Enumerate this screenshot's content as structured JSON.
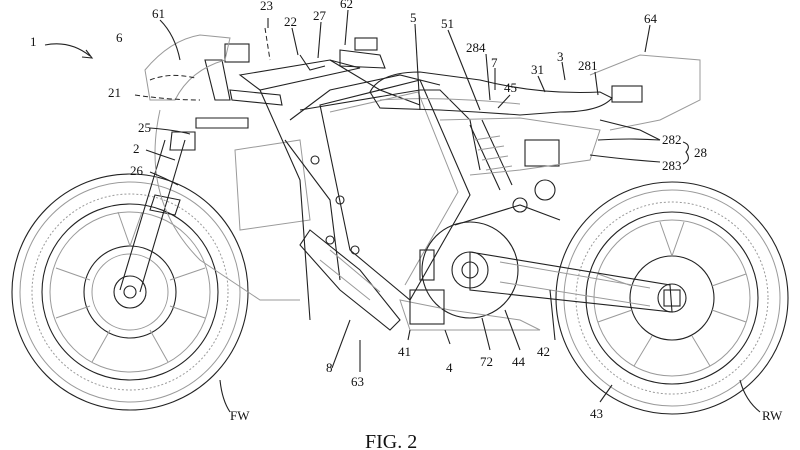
{
  "figure": {
    "caption": "FIG. 2",
    "reference_labels": [
      "1",
      "2",
      "3",
      "4",
      "5",
      "6",
      "7",
      "8",
      "21",
      "22",
      "23",
      "25",
      "26",
      "27",
      "28",
      "31",
      "41",
      "42",
      "43",
      "44",
      "45",
      "51",
      "61",
      "62",
      "63",
      "64",
      "72",
      "281",
      "282",
      "283",
      "284",
      "FW",
      "RW"
    ]
  },
  "labels": {
    "l1": "1",
    "l2": "2",
    "l3": "3",
    "l4": "4",
    "l5": "5",
    "l6": "6",
    "l7": "7",
    "l8": "8",
    "l21": "21",
    "l22": "22",
    "l23": "23",
    "l25": "25",
    "l26": "26",
    "l27": "27",
    "l28": "28",
    "l31": "31",
    "l41": "41",
    "l42": "42",
    "l43": "43",
    "l44": "44",
    "l45": "45",
    "l51": "51",
    "l61": "61",
    "l62": "62",
    "l63": "63",
    "l64": "64",
    "l72": "72",
    "l281": "281",
    "l282": "282",
    "l283": "283",
    "l284": "284",
    "fw": "FW",
    "rw": "RW"
  }
}
